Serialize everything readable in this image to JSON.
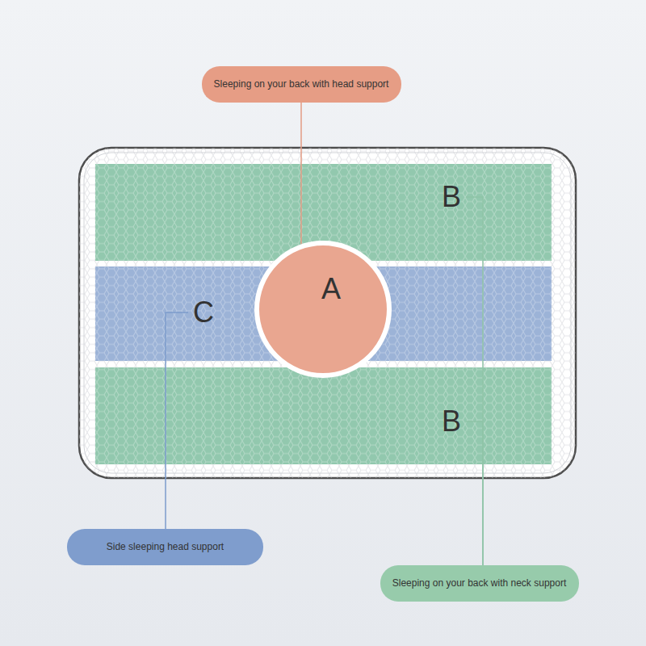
{
  "diagram": {
    "nodes": [
      {
        "text": [
          "Sleeping on your back with head support"
        ]
      },
      {
        "text": [
          "B"
        ]
      },
      {
        "text": [
          "C"
        ]
      },
      {
        "text": [
          "A"
        ]
      },
      {
        "text": [
          "B"
        ]
      },
      {
        "text": [
          "Side sleeping head support"
        ]
      },
      {
        "text": [
          "Sleeping on your back with neck support"
        ]
      }
    ],
    "edges": [
      {
        "from": 0,
        "to": 3,
        "arrow": "none"
      },
      {
        "from": 5,
        "to": 2,
        "arrow": "none"
      },
      {
        "from": 6,
        "to": 1,
        "arrow": "none"
      },
      {
        "from": 6,
        "to": 4,
        "arrow": "none"
      }
    ]
  }
}
